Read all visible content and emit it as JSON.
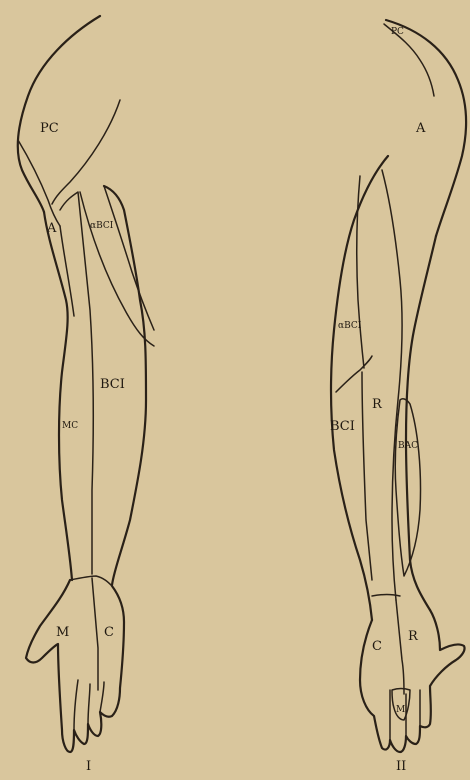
{
  "figure_left": {
    "labels": {
      "pc": "PC",
      "a": "A",
      "abci": "αBCI",
      "bci": "BCI",
      "mc": "MC",
      "m": "M",
      "c": "C"
    },
    "caption": "I"
  },
  "figure_right": {
    "labels": {
      "pc": "PC",
      "a": "A",
      "abci": "αBCI",
      "r": "R",
      "bci": "BCI",
      "bac": "BAC",
      "c": "C",
      "r_hand": "R",
      "m": "M"
    },
    "caption": "II"
  },
  "colors": {
    "paper": "#d9c69d",
    "ink": "#2a2118"
  }
}
